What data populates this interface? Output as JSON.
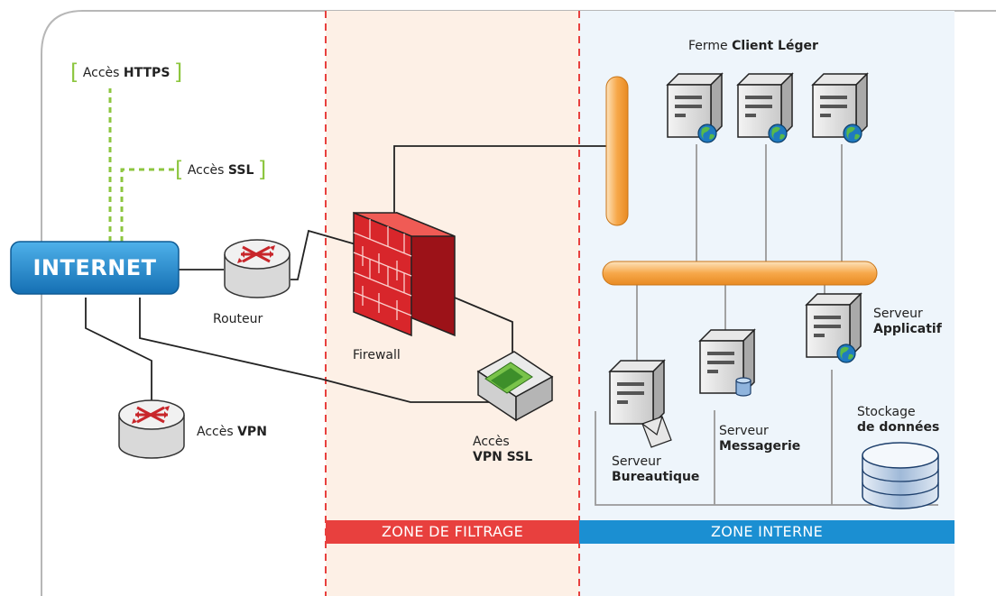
{
  "internet": "INTERNET",
  "acces_https": {
    "prefix": "Accès",
    "bold": "HTTPS"
  },
  "acces_ssl": {
    "prefix": "Accès",
    "bold": "SSL"
  },
  "routeur": "Routeur",
  "firewall": "Firewall",
  "acces_vpn": {
    "prefix": "Accès",
    "bold": "VPN"
  },
  "acces_vpn_ssl": {
    "line1": "Accès",
    "line2": "VPN SSL"
  },
  "ferme": {
    "prefix": "Ferme",
    "bold": "Client Léger"
  },
  "serveur_applicatif": {
    "line1": "Serveur",
    "line2": "Applicatif"
  },
  "serveur_bureautique": {
    "line1": "Serveur",
    "line2": "Bureautique"
  },
  "serveur_messagerie": {
    "line1": "Serveur",
    "line2": "Messagerie"
  },
  "stockage": {
    "line1": "Stockage",
    "line2": "de données"
  },
  "zones": {
    "filtrage": "ZONE DE FILTRAGE",
    "interne": "ZONE INTERNE"
  },
  "colors": {
    "zone_filtrage_bar": "#e8403e",
    "zone_interne_bar": "#1b8fd2",
    "zone_filtrage_bg": "#fdf0e6",
    "zone_interne_bg": "#eef5fb",
    "internet_blue": "#1e86c8",
    "ssl_green": "#8dc63f",
    "bus_orange": "#f7a84a",
    "firewall_red": "#d8262b"
  }
}
